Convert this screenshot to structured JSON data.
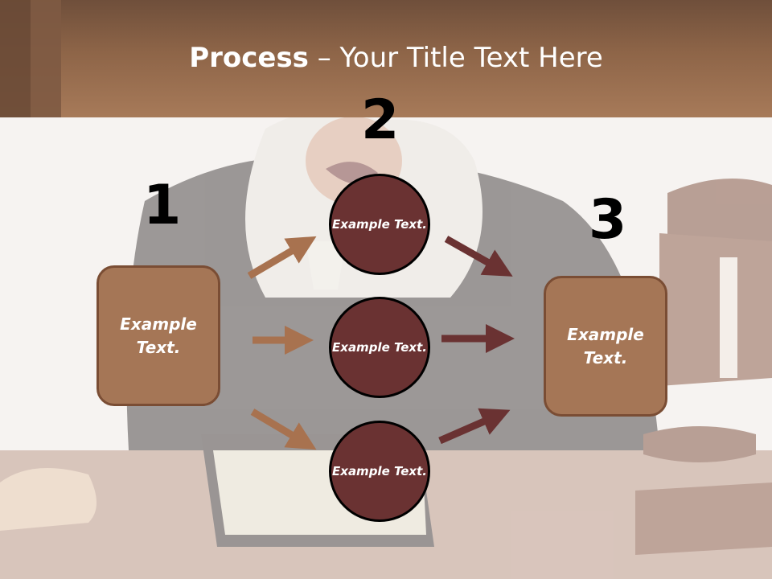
{
  "title": {
    "bold": "Process",
    "rest": " – Your Title Text Here"
  },
  "steps": {
    "n1": "1",
    "n2": "2",
    "n3": "3",
    "box_left": "Example Text.",
    "box_right": "Example Text.",
    "circle_top": "Example Text.",
    "circle_middle": "Example Text.",
    "circle_bottom": "Example Text."
  },
  "colors": {
    "header": "#a77a59",
    "box_fill": "#a57656",
    "circle_fill": "#6a3232",
    "arrow_light": "#a8724f",
    "arrow_dark": "#6a3232"
  }
}
